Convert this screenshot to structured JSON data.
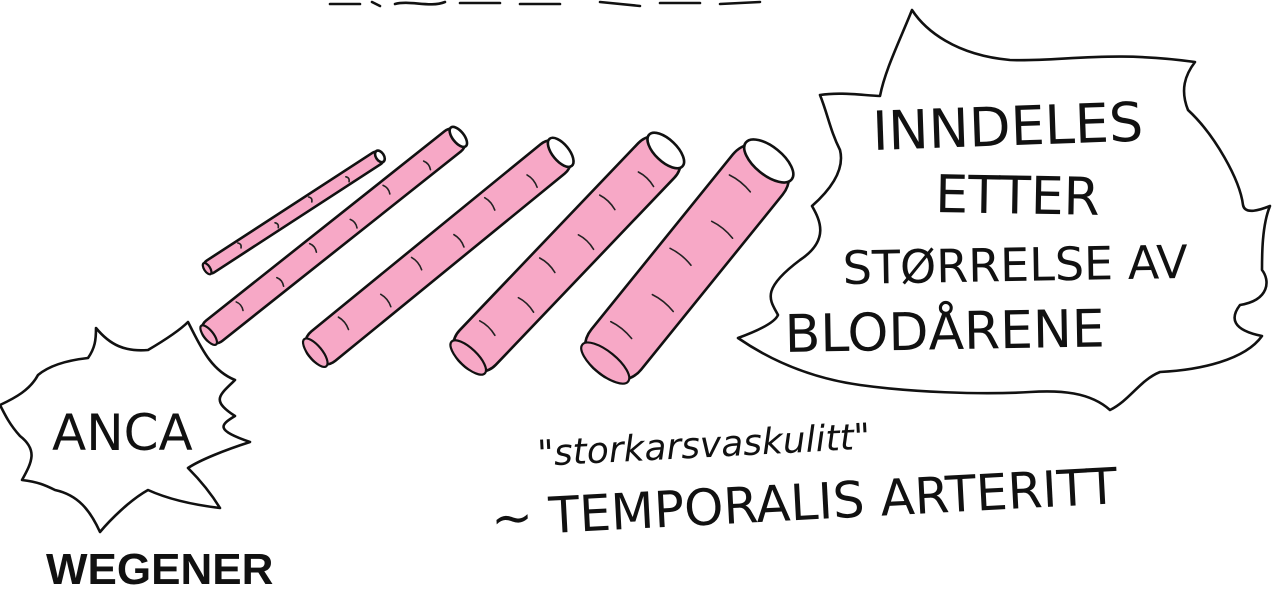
{
  "top_text_cropped": "... , ...",
  "speech_bubble_right": {
    "lines": [
      "INNDELES",
      "ETTER",
      "STØRRELSE AV",
      "BLODÅRENE"
    ]
  },
  "speech_bubble_left": {
    "text": "ANCA"
  },
  "quote_text": "\"storkarsvaskulitt\"",
  "temporalis_text": "~ TEMPORALIS ARTERITT",
  "footer_label": "WEGENER",
  "colors": {
    "vessel_fill": "#f7a8c6",
    "ink": "#111111",
    "background": "#ffffff"
  },
  "vessels": {
    "count": 5,
    "sizes": [
      "extra-small",
      "small",
      "medium",
      "large",
      "extra-large"
    ]
  }
}
